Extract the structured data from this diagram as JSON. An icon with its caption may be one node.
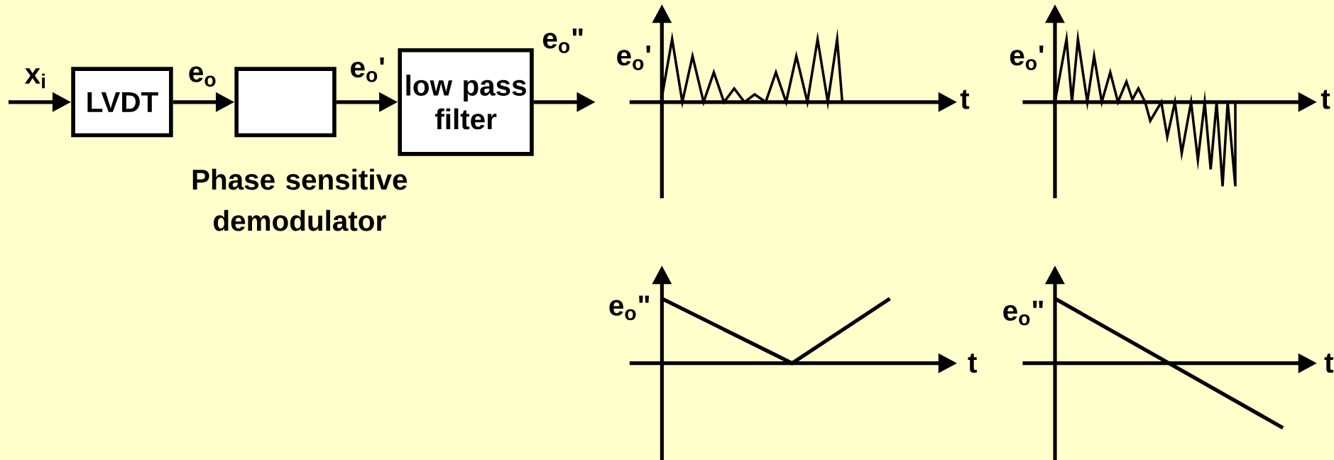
{
  "diagram": {
    "nodes": [
      {
        "text": [
          "LVDT"
        ]
      },
      {
        "text": [],
        "shape": "box"
      },
      {
        "text": [
          "low pass filter"
        ]
      }
    ],
    "edges": [
      {
        "from": null,
        "to": 0,
        "arrow": "to",
        "label": "x$_{i}$"
      },
      {
        "from": 0,
        "to": 1,
        "arrow": "to",
        "label": "e$_{o}$"
      },
      {
        "from": 1,
        "to": 2,
        "arrow": "to",
        "label": "e$_{o}$'"
      },
      {
        "from": 2,
        "to": null,
        "arrow": "to",
        "label": "e$_{o}$\""
      }
    ],
    "labels": [
      "Phase sensitive demodulator",
      "e$_{o}$'",
      "t",
      "e$_{o}$'",
      "t",
      "e$_{o}$\"",
      "t",
      "e$_{o}$\"",
      "t"
    ]
  }
}
